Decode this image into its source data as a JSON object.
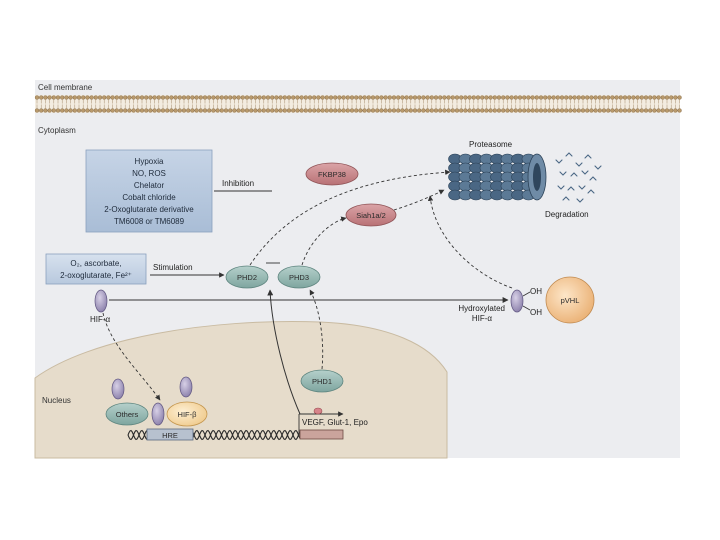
{
  "regions": {
    "cell_membrane": "Cell membrane",
    "cytoplasm": "Cytoplasm",
    "nucleus": "Nucleus"
  },
  "stimuli_box": {
    "lines": [
      "Hypoxia",
      "NO, ROS",
      "Chelator",
      "Cobalt chloride",
      "2-Oxoglutarate derivative",
      "TM6008 or TM6089"
    ]
  },
  "cofactor_box": {
    "line1": "O₂, ascorbate,",
    "line2": "2-oxoglutarate, Fe²⁺"
  },
  "arrow_labels": {
    "inhibition": "Inhibition",
    "stimulation": "Stimulation"
  },
  "nodes": {
    "fkbp38": "FKBP38",
    "siah": "Siah1a/2",
    "phd2": "PHD2",
    "phd3": "PHD3",
    "phd1": "PHD1",
    "pvhl": "pVHL",
    "others": "Others",
    "hif_beta": "HIF-β",
    "hre": "HRE",
    "target_genes": "VEGF, Glut-1, Epo"
  },
  "labels": {
    "proteasome": "Proteasome",
    "degradation": "Degradation",
    "hif_alpha": "HIF-α",
    "hydroxylated_line1": "Hydroxylated",
    "hydroxylated_line2": "HIF-α",
    "oh_top": "OH",
    "oh_bottom": "OH"
  },
  "colors": {
    "cytoplasm": "#ecedf0",
    "nucleus": "#e6dccb",
    "stimuli_box": "#b8c8de",
    "phd": "#8fb4ae",
    "siah": "#c9868a",
    "pvhl": "#f2c89a",
    "hif_alpha": "#a59ac0",
    "proteasome": "#4f6c88"
  }
}
